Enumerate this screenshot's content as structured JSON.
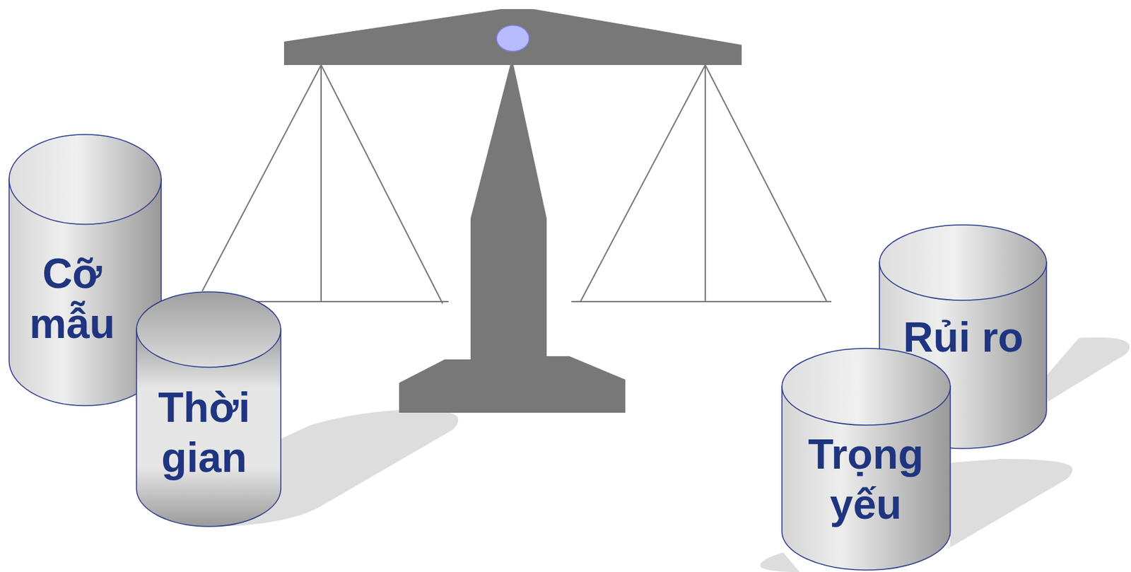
{
  "diagram": {
    "nodes": [
      {
        "text": [
          "Cỡ mẫu"
        ]
      },
      {
        "text": [
          "Thời gian"
        ]
      },
      {
        "text": [
          "Rủi ro"
        ]
      },
      {
        "text": [
          "Trọng yếu"
        ]
      }
    ]
  }
}
